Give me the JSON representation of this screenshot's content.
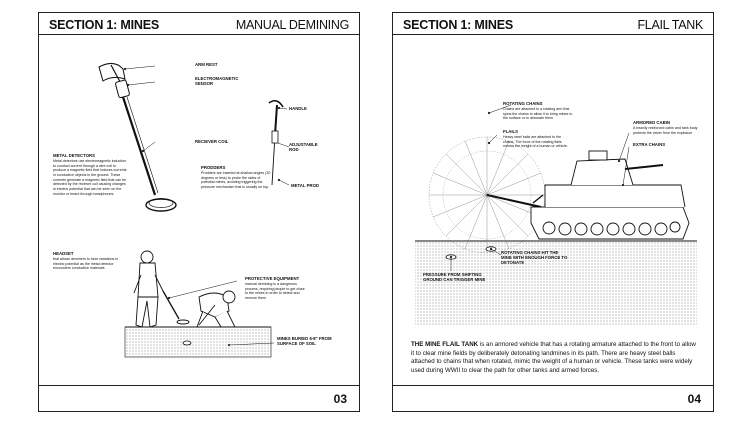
{
  "page1": {
    "section": "SECTION 1: MINES",
    "title": "MANUAL DEMINING",
    "page_number": "03",
    "labels": {
      "arm_rest": "ARM REST",
      "em_sensor": "ELECTROMAGNETIC SENSOR",
      "receiver_coil": "RECIEVER COIL",
      "handle": "HANDLE",
      "adjustable_rod": "ADJUSTABLE ROD",
      "metal_prod": "METAL PROD",
      "metal_detectors_title": "METAL DETECTORS",
      "metal_detectors_text": "Metal detectors use electromagnetic induction to conduct current through a wire coil to produce a magnetic field that induces currents in conductive objects in the ground. These currents generate a magnetic field that can be detected by the receiver coil causing changes in electric potential that can be seen on the monitor or heard through headphones.",
      "prodders_title": "PRODDERS",
      "prodders_text": "Prodders are inserted at shallow angles (30 degrees or less) to probe the sides of potential mines, avoiding triggering the pressure mechanism that is usually on top.",
      "headset_title": "HEADSET",
      "headset_text": "that allows deminers to hear variations in electric potential as the metal detector encounters conductive materials",
      "protective_title": "PROTECTIVE EQUIPMENT",
      "protective_text": "manual demining is a dangerous process, requiring people to get close to the mines in order to detect and remove them",
      "mines_buried": "MINES BURIED 6-8\" FROM SURFACE OF SOIL"
    }
  },
  "page2": {
    "section": "SECTION 1: MINES",
    "title": "FLAIL TANK",
    "page_number": "04",
    "labels": {
      "rotating_chains_title": "ROTATING CHAINS",
      "rotating_chains_text": "Chains are attached to a rotating arm that spins the chains to allow it to bring mines to the surface or to detonate them",
      "flails_title": "FLAILS",
      "flails_text": "Heavy steel balls are attached to the chains. The force of the rotating flails mimics the weight of a human or vehicle.",
      "armored_cabin_title": "ARMORED CABIN",
      "armored_cabin_text": "A heavily reinforced cabin and tank body protects the driver from the explosion",
      "extra_chains": "EXTRA CHAINS",
      "rotating_hit": "ROTATING CHAINS HIT THE MINE WITH ENOUGH FORCE TO DETONATE",
      "pressure_shifting": "PRESSURE FROM SHIFTING GROUND CAN TRIGGER MINE"
    },
    "paragraph_bold": "THE MINE FLAIL TANK",
    "paragraph_text": " is an armored vehicle that has a rotating armature attached to the front to allow it to clear mine fields by deliberately detonating landmines in its path. There are heavy steel balls attached to chains that when rotated, mimic the weight of a human or vehicle. These tanks were widely used during WWII to clear the path for other tanks and armed forces."
  },
  "colors": {
    "ink": "#111111",
    "page": "#ffffff",
    "soil": "#d8d8d8"
  }
}
